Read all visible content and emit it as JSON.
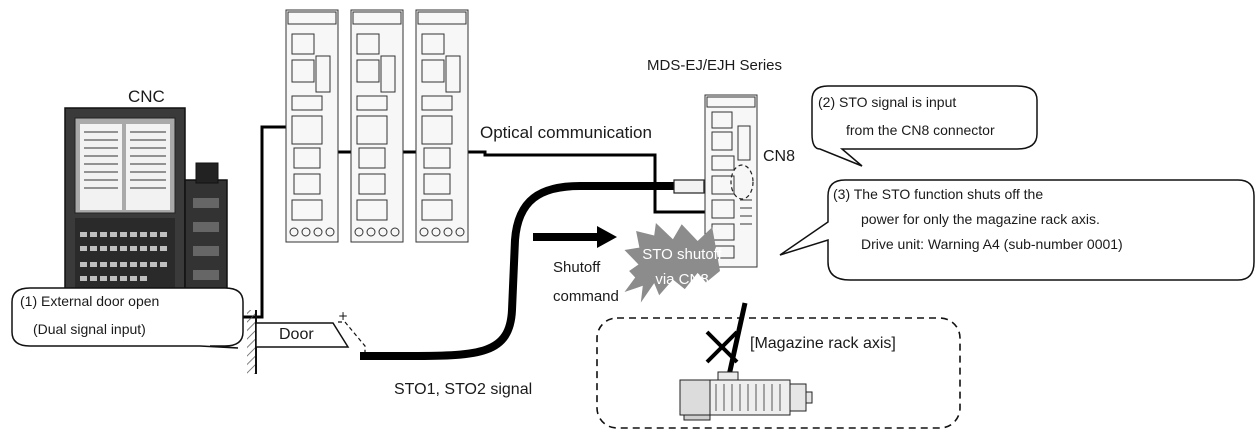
{
  "title": "MDS-EJ/EJH Series",
  "cnc_label": "CNC",
  "optical_label": "Optical communication",
  "cn8_label": "CN8",
  "shutoff_command": {
    "line1": "Shutoff",
    "line2": "command"
  },
  "burst": {
    "line1": "STO shutoff",
    "line2": "via CN8"
  },
  "door_label": "Door",
  "sto_signal_label": "STO1, STO2 signal",
  "magazine_label": "[Magazine rack axis]",
  "callouts": {
    "external_door": {
      "line1": "(1) External door open",
      "line2": "(Dual signal input)"
    },
    "sto_input": {
      "line1": "(2) STO signal is input",
      "line2": "from the CN8 connector"
    },
    "sto_function": {
      "line1": "(3) The STO function shuts off the",
      "line2": "power for only the magazine rack axis.",
      "line3": "Drive unit: Warning A4 (sub-number 0001)"
    }
  },
  "colors": {
    "cable": "#000000",
    "burst": "#8c8c8c",
    "burst_text": "#ffffff",
    "device": "#f7f7f7",
    "outline": "#333333"
  }
}
